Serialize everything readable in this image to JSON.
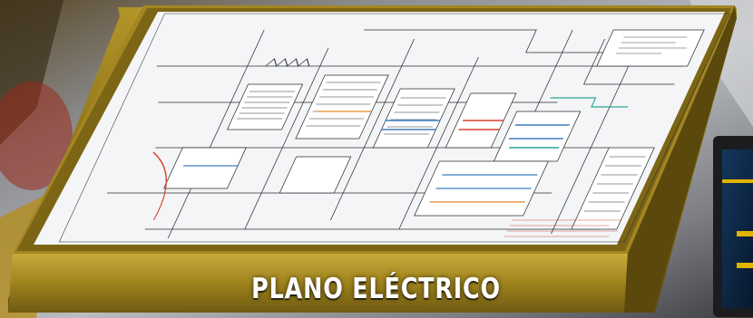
{
  "banner": {
    "title": "PLANO ELÉCTRICO"
  },
  "colors": {
    "frame_gold": "#9a7f1e",
    "frame_gold_dark": "#6b5612",
    "paper": "#f4f5f6",
    "wire_dark": "#2a2d33",
    "wire_red": "#d8412f",
    "wire_blue": "#3d7fc2",
    "wire_teal": "#2fa39a",
    "wire_orange": "#e08a2c",
    "monitor_screen": "#0b2340",
    "monitor_accent": "#e0b400"
  },
  "icons": {
    "schematic": "wiring-diagram-image",
    "monitor": "diagnostic-monitor-image"
  }
}
